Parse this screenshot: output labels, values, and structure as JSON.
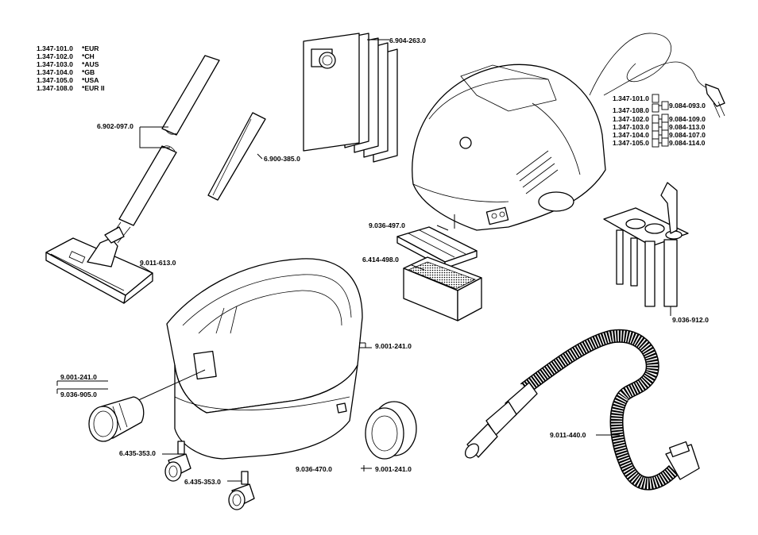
{
  "model_list": {
    "rows": [
      {
        "code": "1.347-101.0",
        "region": "*EUR"
      },
      {
        "code": "1.347-102.0",
        "region": "*CH"
      },
      {
        "code": "1.347-103.0",
        "region": "*AUS"
      },
      {
        "code": "1.347-104.0",
        "region": "*GB"
      },
      {
        "code": "1.347-105.0",
        "region": "*USA"
      },
      {
        "code": "1.347-108.0",
        "region": "*EUR II"
      }
    ]
  },
  "parts": {
    "tube": "6.902-097.0",
    "crevice": "6.900-385.0",
    "floor_nozzle": "9.011-613.0",
    "filter_bags": "6.904-263.0",
    "foam_filter": "9.036-497.0",
    "cartridge_filter": "6.414-498.0",
    "container_screw": "9.001-241.0",
    "adapter_screw": "9.001-241.0",
    "adapter": "9.036-905.0",
    "caster_1": "6.435-353.0",
    "caster_2": "6.435-353.0",
    "wheel": "9.036-470.0",
    "wheel_screw": "9.001-241.0",
    "holder": "9.036-912.0",
    "hose": "9.011-440.0"
  },
  "power_cords": {
    "rows": [
      {
        "model": "1.347-101.0",
        "cord": "9.084-093.0"
      },
      {
        "model": "1.347-108.0",
        "cord": ""
      },
      {
        "model": "1.347-102.0",
        "cord": "9.084-109.0"
      },
      {
        "model": "1.347-103.0",
        "cord": "9.084-113.0"
      },
      {
        "model": "1.347-104.0",
        "cord": "9.084-107.0"
      },
      {
        "model": "1.347-105.0",
        "cord": "9.084-114.0"
      }
    ]
  }
}
